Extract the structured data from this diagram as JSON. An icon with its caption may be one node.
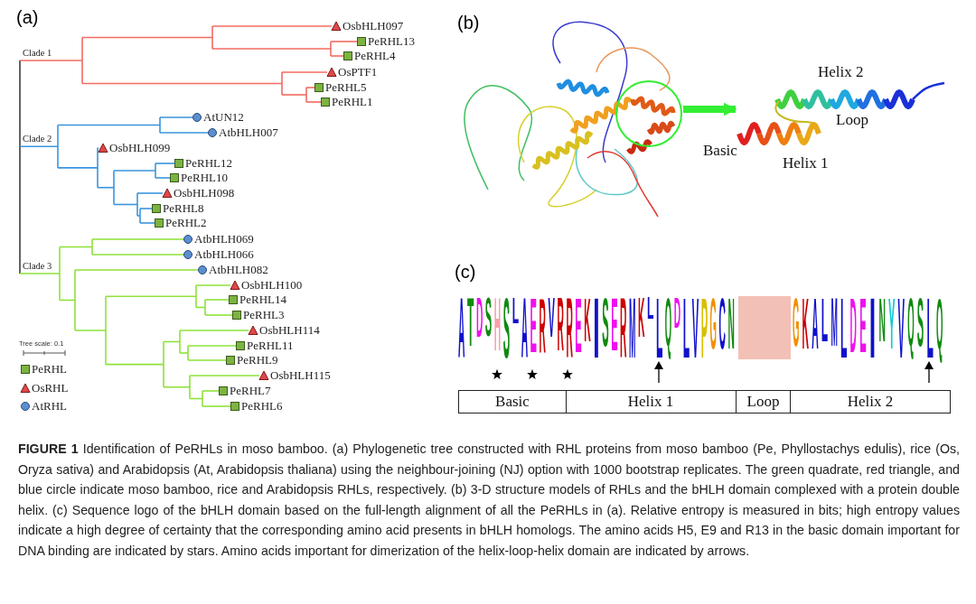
{
  "diagram": {
    "caption": "**FIGURE 1** Identification of PeRHLs in moso bamboo. (a) Phylogenetic tree constructed with RHL proteins from moso bamboo (Pe, Phyllostachys edulis), rice (Os, Oryza sativa) and Arabidopsis (At, Arabidopsis thaliana) using the neighbour-joining (NJ) option with 1000 bootstrap replicates. The green quadrate, red triangle, and blue circle indicate moso bamboo, rice and Arabidopsis RHLs, respectively. (b) 3-D structure models of RHLs and the bHLH domain complexed with a protein double helix. (c) Sequence logo of the bHLH domain based on the full-length alignment of all the PeRHLs in (a). Relative entropy is measured in bits; high entropy values indicate a high degree of certainty that the corresponding amino acid presents in bHLH homologs. The amino acids H5, E9 and R13 in the basic domain important for DNA binding are indicated by stars. Amino acids important for dimerization of the helix-loop-helix domain are indicated by arrows.",
    "nodes": [
      {
        "text": [],
        "shape": "picture"
      },
      {
        "text": [
          "Loop"
        ],
        "beside": [
          "Helix 2",
          "Basic",
          "Helix 1"
        ]
      }
    ],
    "edges": [
      {
        "from": 0,
        "to": 1,
        "arrow": "to",
        "color": "#33ee33"
      }
    ],
    "labels": [
      "(a)",
      "Clade 1",
      "Clade 2",
      "Clade 3",
      "OsbHLH097",
      "PeRHL13",
      "PeRHL4",
      "OsPTF1",
      "PeRHL5",
      "PeRHL1",
      "AtUN12",
      "AtbHLH007",
      "OsbHLH099",
      "PeRHL12",
      "PeRHL10",
      "OsbHLH098",
      "PeRHL8",
      "PeRHL2",
      "AtbHLH069",
      "AtbHLH066",
      "AtbHLH082",
      "OsbHLH100",
      "PeRHL14",
      "PeRHL3",
      "OsbHLH114",
      "PeRHL11",
      "PeRHL9",
      "OsbHLH115",
      "PeRHL7",
      "PeRHL6",
      "Tree scale: 0.1",
      "(b)",
      "(c)",
      "A",
      "T",
      "D",
      "S",
      "H",
      "S",
      "L",
      "A",
      "E",
      "R",
      "V",
      "R",
      "R",
      "E",
      "K",
      "I",
      "S",
      "E",
      "R",
      "M",
      "K",
      "L",
      "L",
      "Q",
      "D",
      "L",
      "V",
      "P",
      "G",
      "C",
      "N",
      "G",
      "K",
      "A",
      "L",
      "M",
      "L",
      "D",
      "E",
      "I",
      "N",
      "Y",
      "V",
      "Q",
      "S",
      "L",
      "Q",
      "Basic",
      "Helix 1",
      "Loop",
      "Helix 2"
    ],
    "legend": [
      {
        "text": "PeRHL"
      },
      {
        "text": "OsRHL"
      },
      {
        "text": "AtRHL"
      }
    ]
  }
}
